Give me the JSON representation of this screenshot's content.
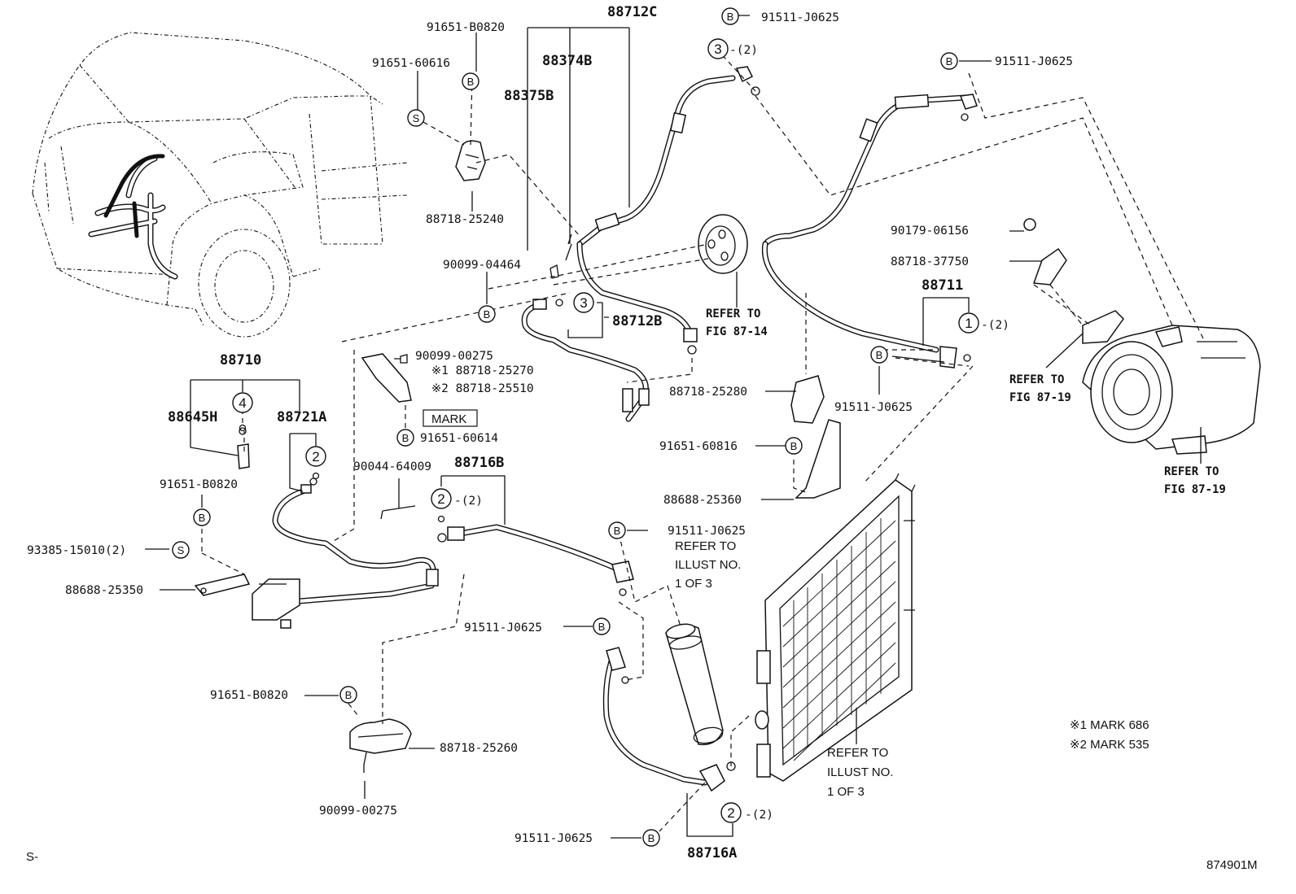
{
  "labels": {
    "p88712C": "88712C",
    "p91511_top": "91511-J0625",
    "p91651_B0820_top": "91651-B0820",
    "p91651_60616": "91651-60616",
    "p88374B": "88374B",
    "p88375B": "88375B",
    "p88718_25240": "88718-25240",
    "p90099_04464": "90099-04464",
    "p88712B": "88712B",
    "refer_87_14_a": "REFER TO",
    "refer_87_14_b": "FIG 87-14",
    "p90099_00275_top": "90099-00275",
    "p88718_25270": "※1 88718-25270",
    "p88718_25510": "※2 88718-25510",
    "mark": "MARK",
    "p91651_60614": "91651-60614",
    "p88710": "88710",
    "p88645H": "88645H",
    "p88721A": "88721A",
    "p90044_64009": "90044-64009",
    "p88716B": "88716B",
    "p91651_B0820_mid": "91651-B0820",
    "p93385_15010": "93385-15010(2)",
    "p88688_25350": "88688-25350",
    "p91511_mid": "91511-J0625",
    "refer_illust_a1": "REFER TO",
    "refer_illust_a2": "ILLUST NO.",
    "refer_illust_a3": "1 OF 3",
    "p91511_low": "91511-J0625",
    "p91651_B0820_low": "91651-B0820",
    "p88718_25260": "88718-25260",
    "p90099_00275_low": "90099-00275",
    "p91511_bottom": "91511-J0625",
    "p88716A": "88716A",
    "refer_illust_b1": "REFER TO",
    "refer_illust_b2": "ILLUST NO.",
    "refer_illust_b3": "1 OF 3",
    "p91511_right": "91511-J0625",
    "p90179_06156": "90179-06156",
    "p88718_37750": "88718-37750",
    "p88711": "88711",
    "p88718_25280": "88718-25280",
    "p91511_rmid": "91511-J0625",
    "p91651_60816": "91651-60816",
    "p88688_25360": "88688-25360",
    "refer_87_19_a1": "REFER TO",
    "refer_87_19_a2": "FIG 87-19",
    "refer_87_19_b1": "REFER TO",
    "refer_87_19_b2": "FIG 87-19",
    "note1": "※1 MARK 686",
    "note2": "※2 MARK 535",
    "qty2": "-(2)",
    "s_code": "S-",
    "fig_id": "874901M"
  },
  "symbols": {
    "b": "B",
    "s": "S",
    "n1": "1",
    "n2": "2",
    "n3": "3",
    "n4": "4"
  }
}
